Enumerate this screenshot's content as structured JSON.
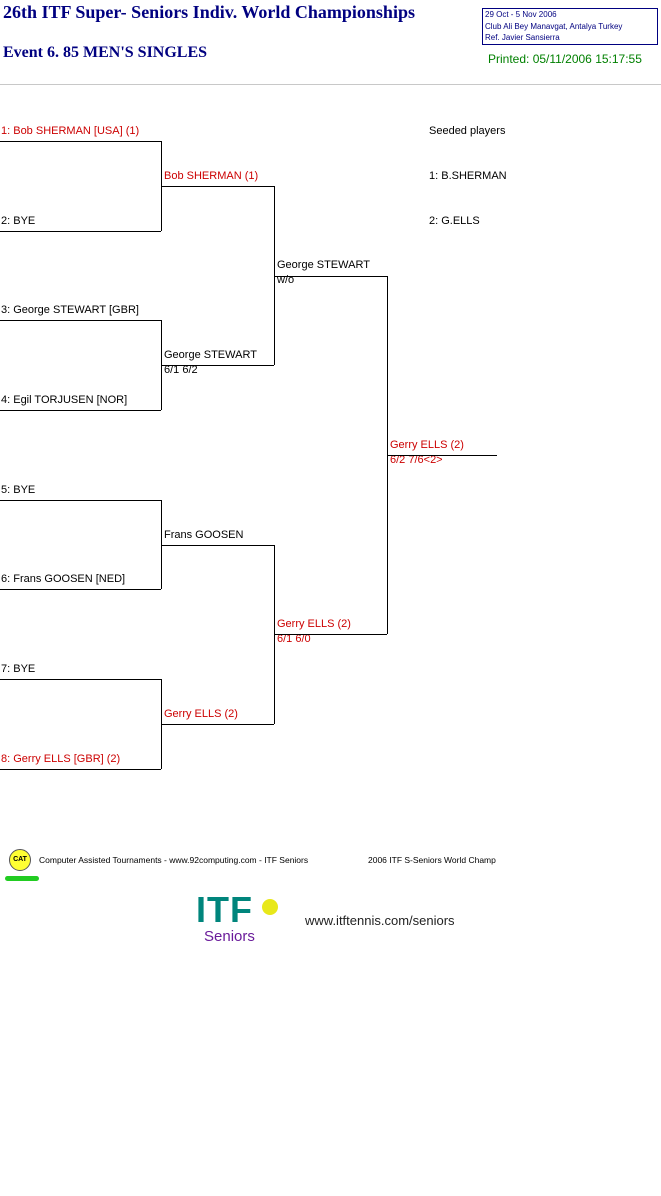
{
  "header": {
    "title": "26th ITF Super- Seniors Indiv. World Championships",
    "event": "Event 6. 85 MEN'S SINGLES",
    "info": [
      "29 Oct - 5 Nov 2006",
      "Club Ali Bey Manavgat, Antalya   Turkey",
      "Ref. Javier Sansierra"
    ],
    "printed": "Printed: 05/11/2006 15:17:55"
  },
  "round1": [
    {
      "label": "1: Bob SHERMAN [USA] (1)",
      "seeded": true
    },
    {
      "label": "2: BYE",
      "seeded": false
    },
    {
      "label": "3: George STEWART [GBR]",
      "seeded": false
    },
    {
      "label": "4: Egil TORJUSEN [NOR]",
      "seeded": false
    },
    {
      "label": "5: BYE",
      "seeded": false
    },
    {
      "label": "6: Frans GOOSEN [NED]",
      "seeded": false
    },
    {
      "label": "7: BYE",
      "seeded": false
    },
    {
      "label": "8: Gerry ELLS [GBR] (2)",
      "seeded": true
    }
  ],
  "round2": [
    {
      "winner": "Bob SHERMAN (1)",
      "score": "",
      "seeded": true
    },
    {
      "winner": "George STEWART",
      "score": "6/1 6/2",
      "seeded": false
    },
    {
      "winner": "Frans GOOSEN",
      "score": "",
      "seeded": false
    },
    {
      "winner": "Gerry ELLS (2)",
      "score": "",
      "seeded": true
    }
  ],
  "semis": [
    {
      "winner": "George STEWART",
      "score": "w/o",
      "seeded": false
    },
    {
      "winner": "Gerry ELLS (2)",
      "score": "6/1 6/0",
      "seeded": true
    }
  ],
  "final": {
    "winner": "Gerry ELLS (2)",
    "score": "6/2 7/6<2>",
    "seeded": true
  },
  "seeds": {
    "heading": "Seeded players",
    "list": [
      "1: B.SHERMAN",
      "2: G.ELLS"
    ]
  },
  "footer": {
    "cat_badge": "CAT",
    "cat_text": "Computer Assisted Tournaments - www.92computing.com -  ITF Seniors",
    "event_text": "2006 ITF S-Seniors World Champ",
    "logo_main": "ITF",
    "logo_sub": "Seniors",
    "website": "www.itftennis.com/seniors"
  },
  "colors": {
    "title": "#000080",
    "seeded": "#cc0000",
    "printed": "#008000"
  }
}
